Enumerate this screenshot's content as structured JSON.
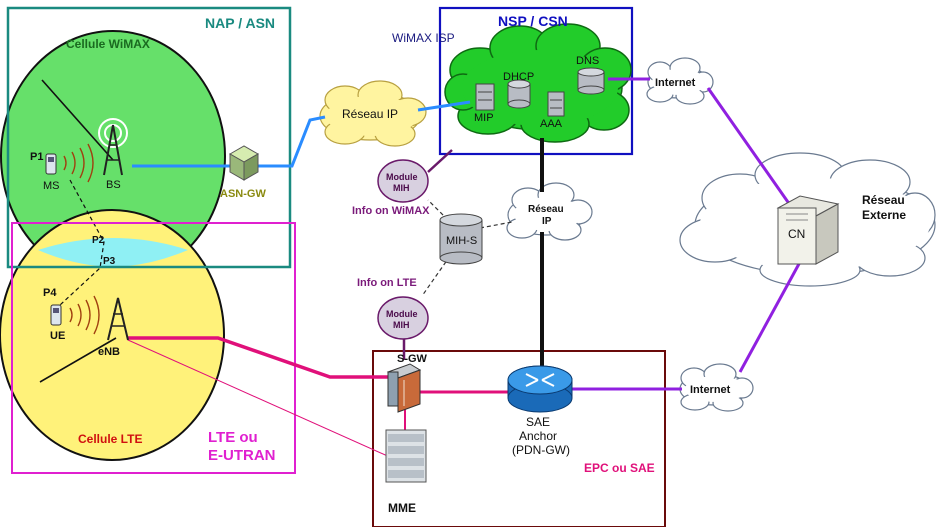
{
  "regions": {
    "nap_asn": "NAP / ASN",
    "nsp_csn": "NSP / CSN",
    "wimax_isp": "WiMAX ISP",
    "lte_line1": "LTE ou",
    "lte_line2": "E-UTRAN",
    "epc": "EPC ou SAE"
  },
  "cells": {
    "wimax": "Cellule WiMAX",
    "lte": "Cellule LTE"
  },
  "clouds": {
    "reseau_ip_left": "Réseau IP",
    "reseau_ip_center_1": "Réseau",
    "reseau_ip_center_2": "IP",
    "internet_top": "Internet",
    "internet_bottom": "Internet",
    "reseau_externe_1": "Réseau",
    "reseau_externe_2": "Externe"
  },
  "nodes": {
    "bs": "BS",
    "ms": "MS",
    "asn_gw": "ASN-GW",
    "mip": "MIP",
    "dhcp": "DHCP",
    "aaa": "AAA",
    "dns": "DNS",
    "mih_s": "MIH-S",
    "module_mih_top_1": "Module",
    "module_mih_top_2": "MIH",
    "module_mih_bottom_1": "Module",
    "module_mih_bottom_2": "MIH",
    "info_wimax": "Info on WiMAX",
    "info_lte": "Info on LTE",
    "ue": "UE",
    "enb": "eNB",
    "sgw": "S-GW",
    "sae_1": "SAE",
    "sae_2": "Anchor",
    "sae_3": "(PDN-GW)",
    "mme": "MME",
    "cn": "CN"
  },
  "points": {
    "p1": "P1",
    "p2": "P2",
    "p3": "P3",
    "p4": "P4"
  },
  "colors": {
    "nap_border": "#1a8a80",
    "nsp_border": "#1010c0",
    "lte_border": "#e020d0",
    "epc_border": "#6a0a0a",
    "wimax_fill": "#66e06a",
    "lte_fill": "#fff27a",
    "overlap_fill": "#8ff0f4",
    "blue_link": "#2a8cff",
    "magenta_link": "#e0107a",
    "purple_link": "#9020e0",
    "dark_purple_line": "#6a1a6a"
  }
}
